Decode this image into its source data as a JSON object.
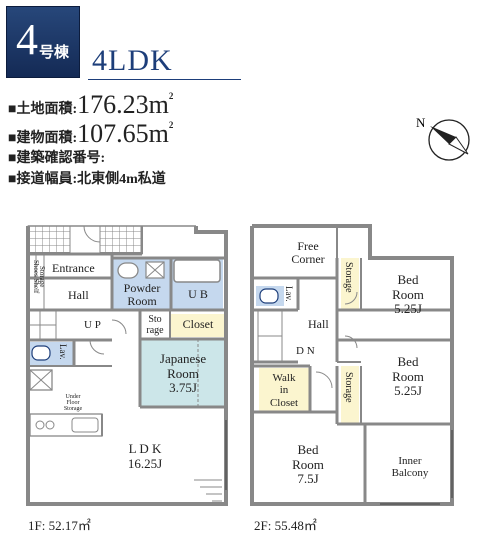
{
  "header": {
    "badge_number": "4",
    "badge_suffix": "号棟",
    "layout_type": "4LDK"
  },
  "specs": {
    "land_area_label": "■土地面積:",
    "land_area_value": "176.23m",
    "land_area_unit": "2",
    "building_area_label": "■建物面積:",
    "building_area_value": "107.65m",
    "building_area_unit": "2",
    "confirmation_label": "■建築確認番号:",
    "road_label": "■接道幅員:北東側4m私道"
  },
  "compass": {
    "label": "N",
    "icon": "compass-arrow-icon"
  },
  "floor1": {
    "label": "1F: 52.17㎡",
    "rooms": {
      "shoes_shelf": "Shoes Shelf",
      "storage": "Storage",
      "entrance": "Entrance",
      "hall": "Hall",
      "up": "U P",
      "lav": "Lav.",
      "powder_room_1": "Powder",
      "powder_room_2": "Room",
      "ub": "U B",
      "storage_small_1": "Sto",
      "storage_small_2": "rage",
      "closet": "Closet",
      "japanese_room_1": "Japanese",
      "japanese_room_2": "Room",
      "japanese_room_3": "3.75J",
      "under_floor_storage": "Under Floor Storage",
      "ldk_1": "L D K",
      "ldk_2": "16.25J"
    }
  },
  "floor2": {
    "label": "2F: 55.48㎡",
    "rooms": {
      "free_corner_1": "Free",
      "free_corner_2": "Corner",
      "storage_a": "Storage",
      "bed_room_a_1": "Bed",
      "bed_room_a_2": "Room",
      "bed_room_a_3": "5.25J",
      "lav": "Lav.",
      "hall": "Hall",
      "dn": "D N",
      "storage_b": "Storage",
      "bed_room_b_1": "Bed",
      "bed_room_b_2": "Room",
      "bed_room_b_3": "5.25J",
      "walk_in_closet_1": "Walk",
      "walk_in_closet_2": "in",
      "walk_in_closet_3": "Closet",
      "bed_room_c_1": "Bed",
      "bed_room_c_2": "Room",
      "bed_room_c_3": "7.5J",
      "inner_balcony_1": "Inner",
      "inner_balcony_2": "Balcony"
    }
  },
  "colors": {
    "accent": "#1d3e7a",
    "wet_area": "#c5d8ee",
    "japanese_room": "#cce6e9",
    "closet": "#fbf5cf",
    "wall": "#888888"
  }
}
